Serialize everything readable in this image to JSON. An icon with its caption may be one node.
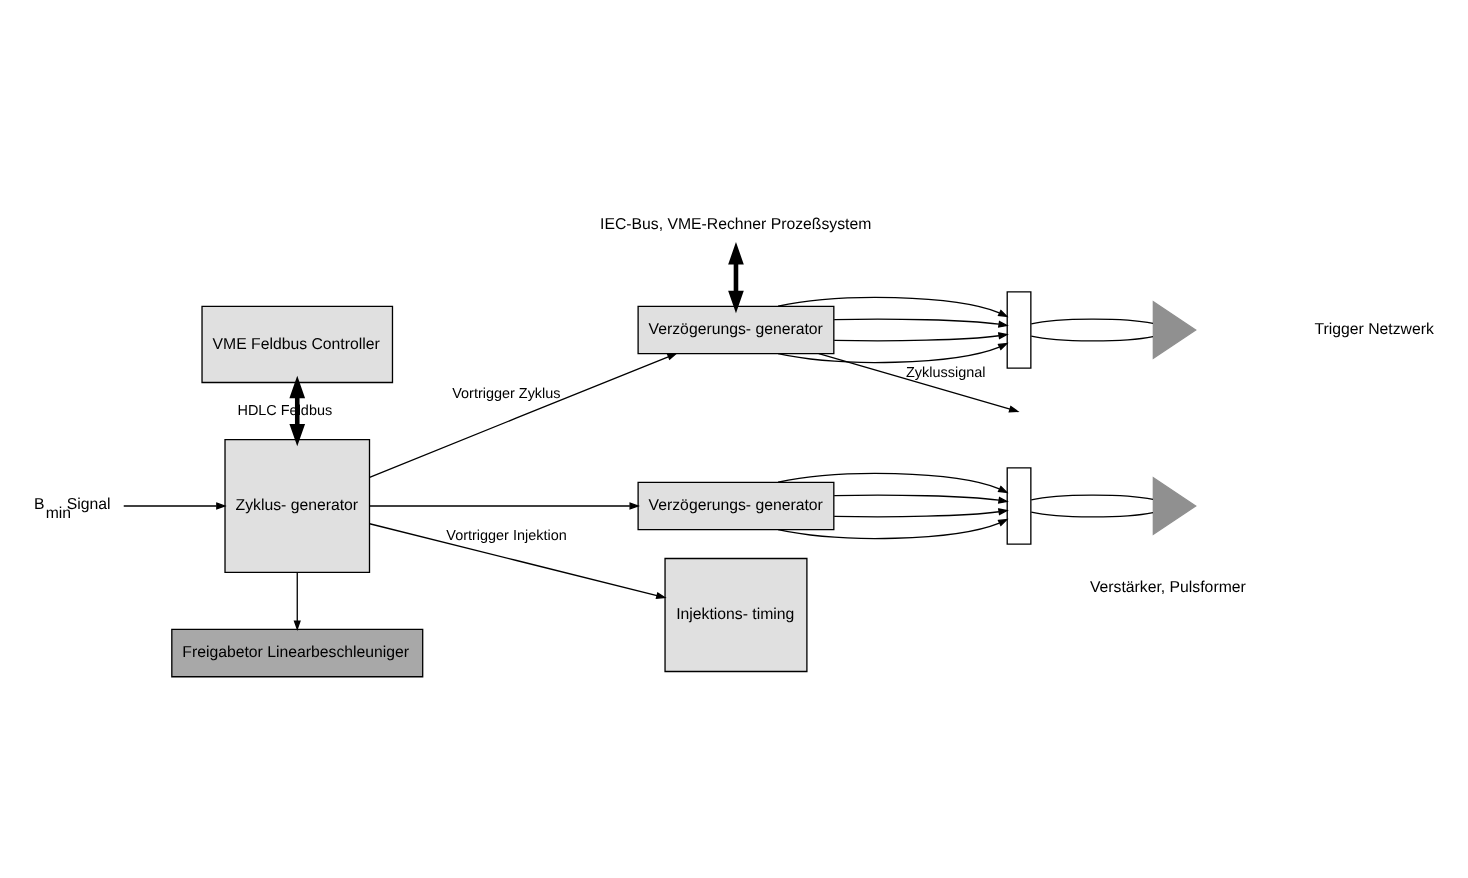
{
  "diagram": {
    "nodes": [
      {
        "text": [
          "VME Feldbus Controller"
        ]
      },
      {
        "text": [
          "Zyklus- generator"
        ]
      },
      {
        "text": [
          "Verzögerungs- generator"
        ]
      },
      {
        "text": [
          "Verzögerungs- generator"
        ]
      },
      {
        "text": [
          "Injektions- timing"
        ]
      },
      {
        "text": [
          "Freigabetor Linearbeschleuniger"
        ]
      },
      {
        "text": [],
        "shape": "box"
      },
      {
        "text": [],
        "shape": "box"
      },
      {
        "text": [],
        "shape": "triangle"
      },
      {
        "text": [],
        "shape": "triangle"
      },
      {
        "text": [
          "IEC-Bus, VME-Rechner Prozeßsystem"
        ]
      },
      {
        "text": [
          "B$_{min}$Signal"
        ]
      }
    ],
    "edges": [
      {
        "from": 0,
        "to": 1,
        "arrow": "both",
        "style": "thick",
        "label": "HDLC Feldbus"
      },
      {
        "from": 10,
        "to": 2,
        "arrow": "both",
        "style": "thick"
      },
      {
        "from": 11,
        "to": 1,
        "arrow": "to"
      },
      {
        "from": 1,
        "to": 2,
        "arrow": "to",
        "label": "Vortrigger Zyklus"
      },
      {
        "from": 1,
        "to": 3,
        "arrow": "to"
      },
      {
        "from": 1,
        "to": 4,
        "arrow": "to",
        "label": "Vortrigger Injektion"
      },
      {
        "from": 1,
        "to": 5,
        "arrow": "to"
      },
      {
        "from": 2,
        "to": null,
        "arrow": "to",
        "label": "Zyklussignal"
      },
      {
        "from": 2,
        "to": 6,
        "arrow": "to"
      },
      {
        "from": 2,
        "to": 6,
        "arrow": "to"
      },
      {
        "from": 2,
        "to": 6,
        "arrow": "to"
      },
      {
        "from": 2,
        "to": 6,
        "arrow": "to"
      },
      {
        "from": 3,
        "to": 7,
        "arrow": "to"
      },
      {
        "from": 3,
        "to": 7,
        "arrow": "to"
      },
      {
        "from": 3,
        "to": 7,
        "arrow": "to"
      },
      {
        "from": 3,
        "to": 7,
        "arrow": "to"
      },
      {
        "from": 6,
        "to": 8,
        "arrow": "none"
      },
      {
        "from": 6,
        "to": 8,
        "arrow": "none"
      },
      {
        "from": 7,
        "to": 9,
        "arrow": "none"
      },
      {
        "from": 7,
        "to": 9,
        "arrow": "none"
      }
    ],
    "labels": [
      "Verstärker, Pulsformer",
      "Trigger Netzwerk"
    ]
  }
}
